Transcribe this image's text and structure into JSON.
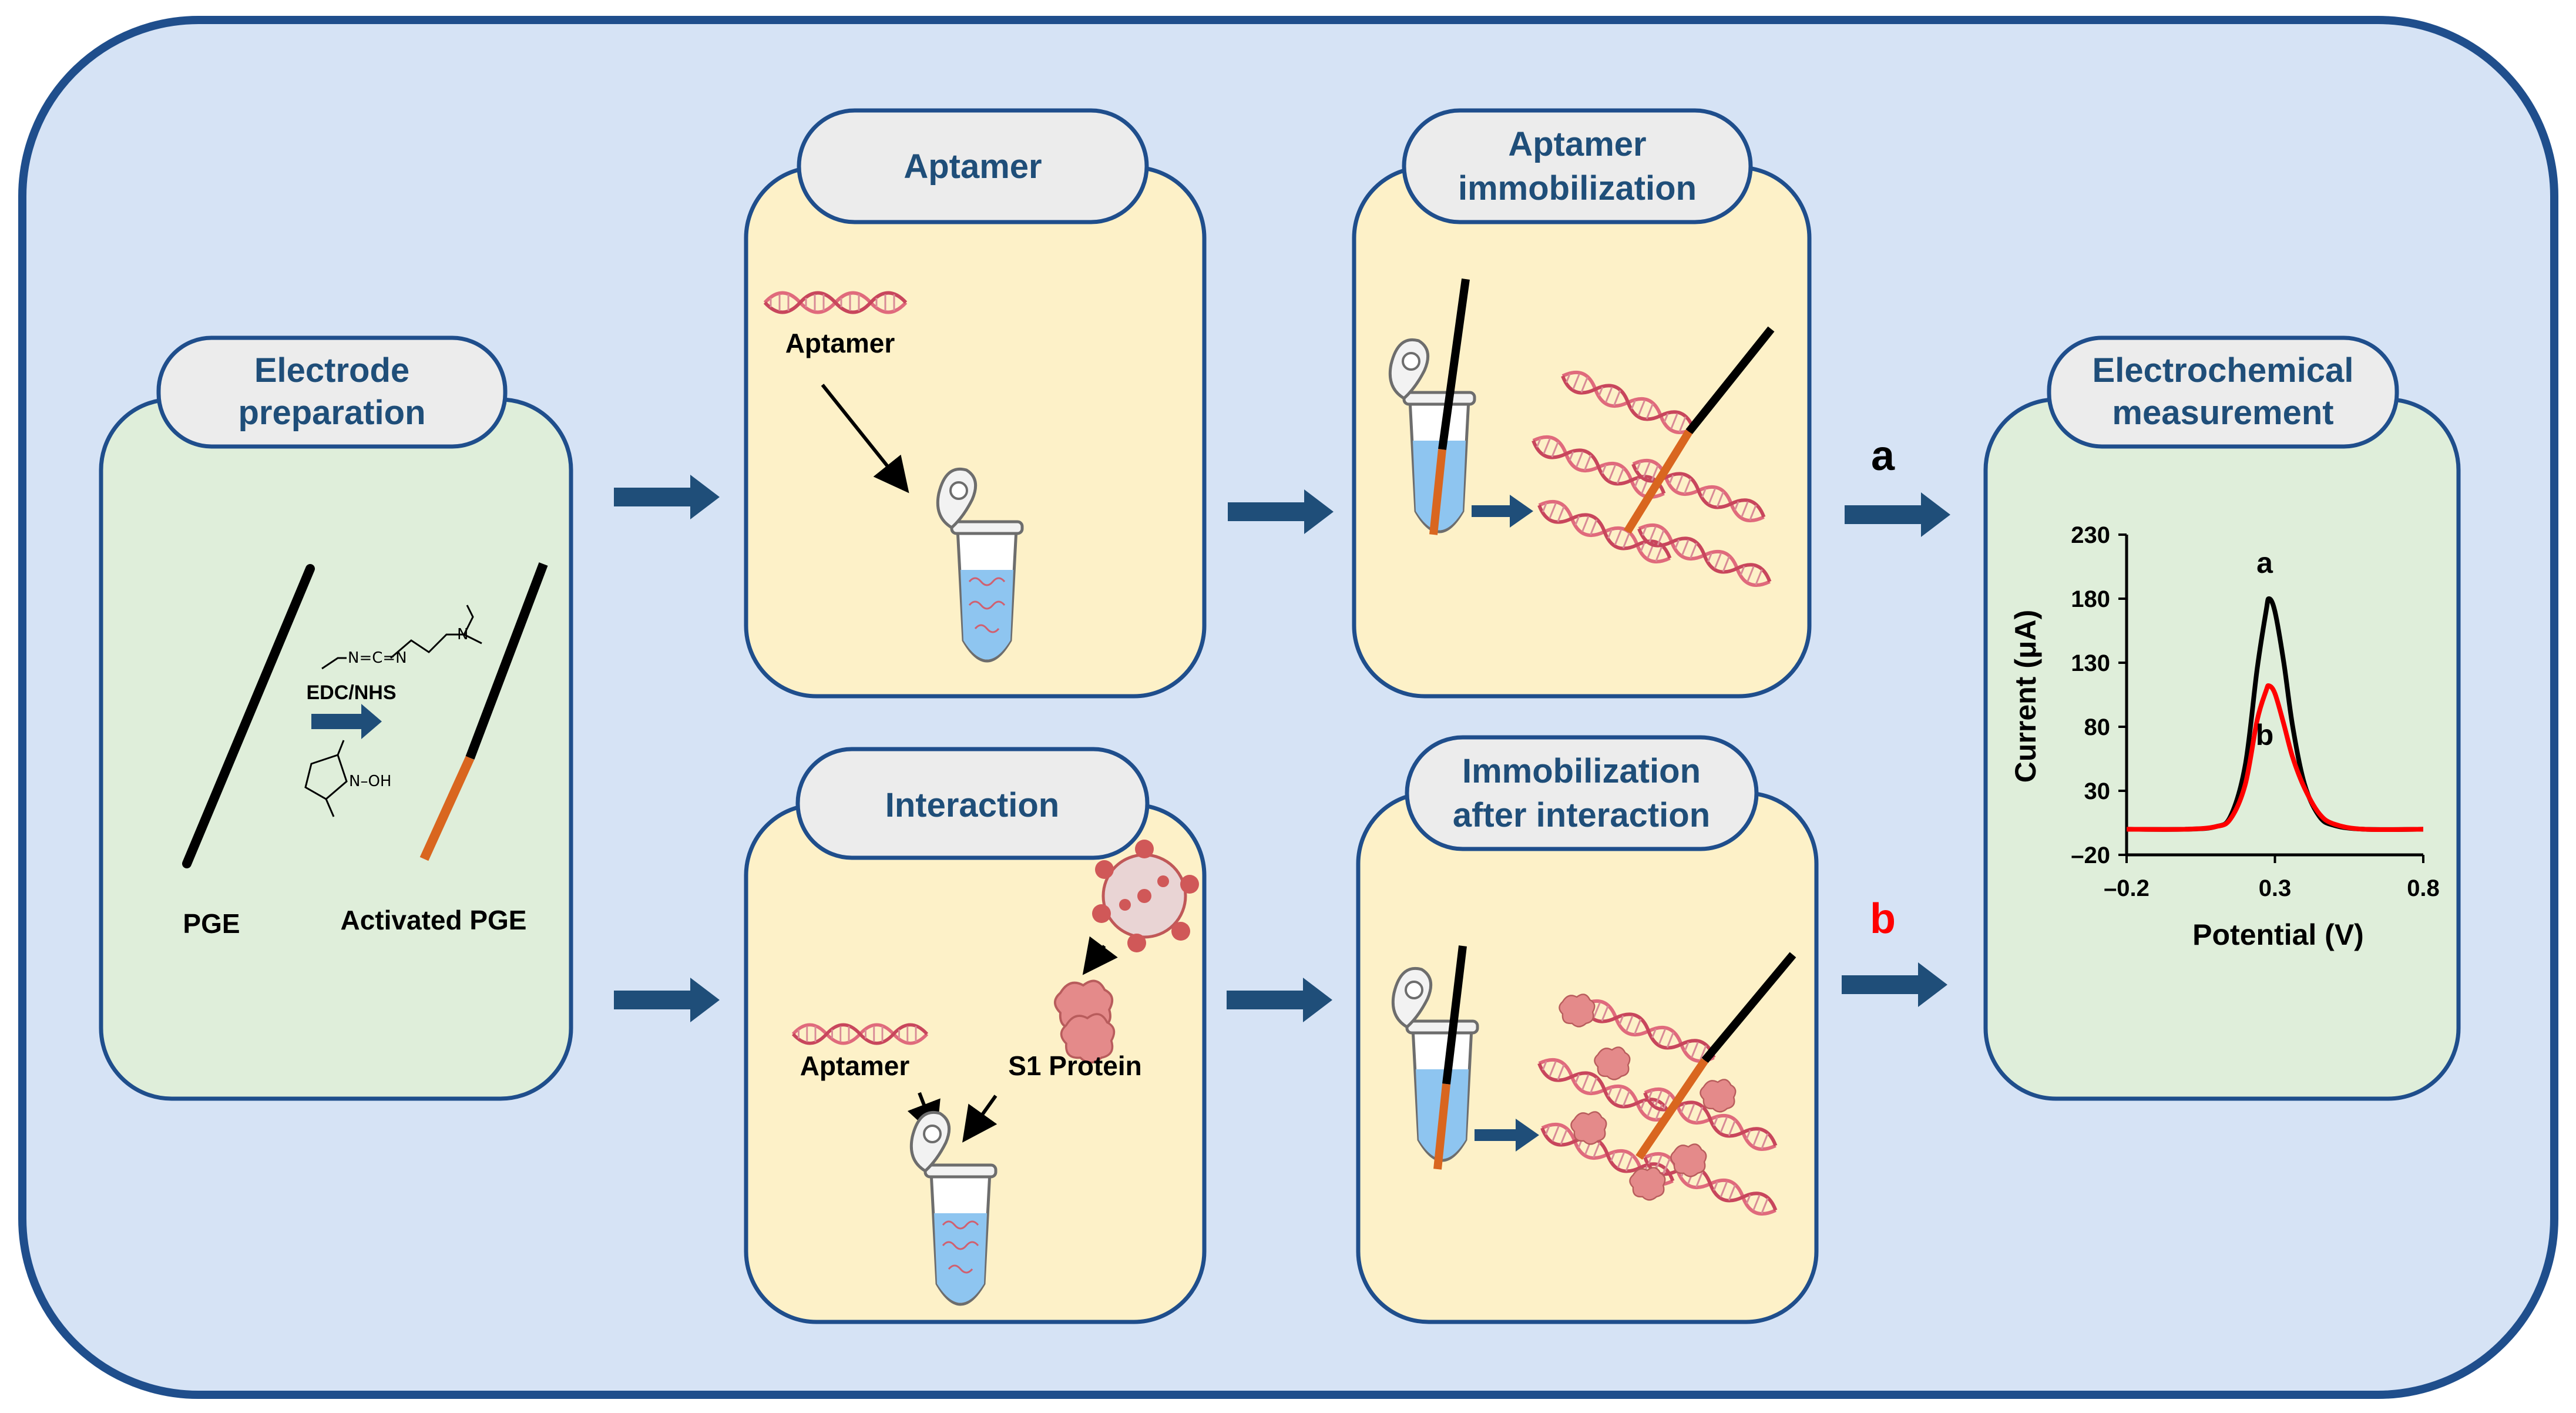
{
  "panels": {
    "electrode": {
      "title_line1": "Electrode",
      "title_line2": "preparation",
      "label_pge": "PGE",
      "label_activated": "Activated PGE",
      "reagent": "EDC/NHS",
      "chem_n1": "N=C=N",
      "chem_n2": "N",
      "chem_oh": "N–OH"
    },
    "aptamer": {
      "title": "Aptamer",
      "label_aptamer": "Aptamer"
    },
    "immobilization": {
      "title_line1": "Aptamer",
      "title_line2": "immobilization"
    },
    "interaction": {
      "title": "Interaction",
      "label_aptamer": "Aptamer",
      "label_s1": "S1 Protein"
    },
    "immob_after": {
      "title_line1": "Immobilization",
      "title_line2": "after interaction"
    },
    "measurement": {
      "title_line1": "Electrochemical",
      "title_line2": "measurement"
    }
  },
  "path_labels": {
    "a": "a",
    "b": "b"
  },
  "colors": {
    "outer_bg": "#d6e3f5",
    "outer_border": "#1f4e8c",
    "green_panel": "#dfeeda",
    "yellow_panel": "#fdf1c8",
    "panel_border": "#1f4e8c",
    "arrow": "#1f4e79",
    "title_bg": "#ececec",
    "curve_a": "#000000",
    "curve_b": "#ff0000"
  },
  "chart_data": {
    "type": "line",
    "xlabel": "Potential (V)",
    "ylabel": "Current (μA)",
    "xlim": [
      -0.2,
      0.8
    ],
    "ylim": [
      -20,
      230
    ],
    "xticks": [
      "–0.2",
      "0.3",
      "0.8"
    ],
    "yticks": [
      "230",
      "180",
      "130",
      "80",
      "30",
      "–20"
    ],
    "series": [
      {
        "name": "a",
        "x": [
          -0.2,
          0.0,
          0.1,
          0.15,
          0.2,
          0.24,
          0.27,
          0.28,
          0.3,
          0.33,
          0.36,
          0.4,
          0.45,
          0.5,
          0.6,
          0.8
        ],
        "y": [
          0,
          0,
          2,
          10,
          50,
          125,
          170,
          180,
          170,
          130,
          80,
          35,
          10,
          3,
          0,
          0
        ]
      },
      {
        "name": "b",
        "x": [
          -0.2,
          0.0,
          0.1,
          0.15,
          0.2,
          0.24,
          0.27,
          0.28,
          0.3,
          0.33,
          0.36,
          0.4,
          0.45,
          0.5,
          0.6,
          0.8
        ],
        "y": [
          0,
          0,
          2,
          8,
          35,
          85,
          108,
          112,
          106,
          82,
          56,
          32,
          12,
          4,
          0,
          0
        ]
      }
    ],
    "annotations": [
      "a",
      "b"
    ]
  }
}
